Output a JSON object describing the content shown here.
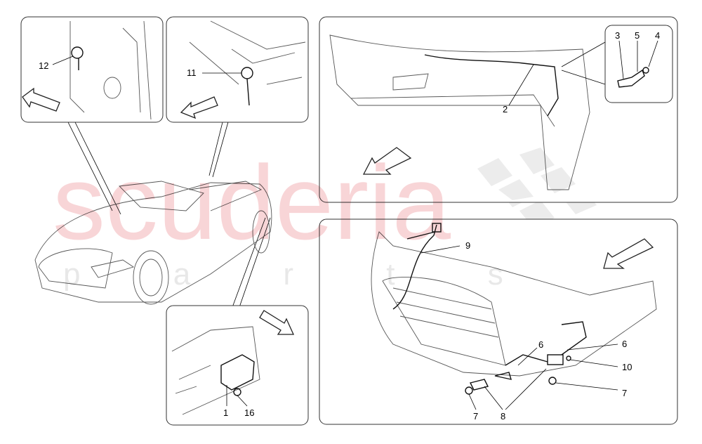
{
  "watermark": {
    "brand": "scuderia",
    "sub": "p a r t s",
    "color": "#f8d5d7",
    "sub_color": "#e8e8e8"
  },
  "callouts": {
    "p12": "12",
    "p11": "11",
    "p2": "2",
    "p3": "3",
    "p5": "5",
    "p4": "4",
    "p9": "9",
    "p6a": "6",
    "p6b": "6",
    "p10": "10",
    "p7a": "7",
    "p7b": "7",
    "p8": "8",
    "p1": "1",
    "p16": "16"
  }
}
